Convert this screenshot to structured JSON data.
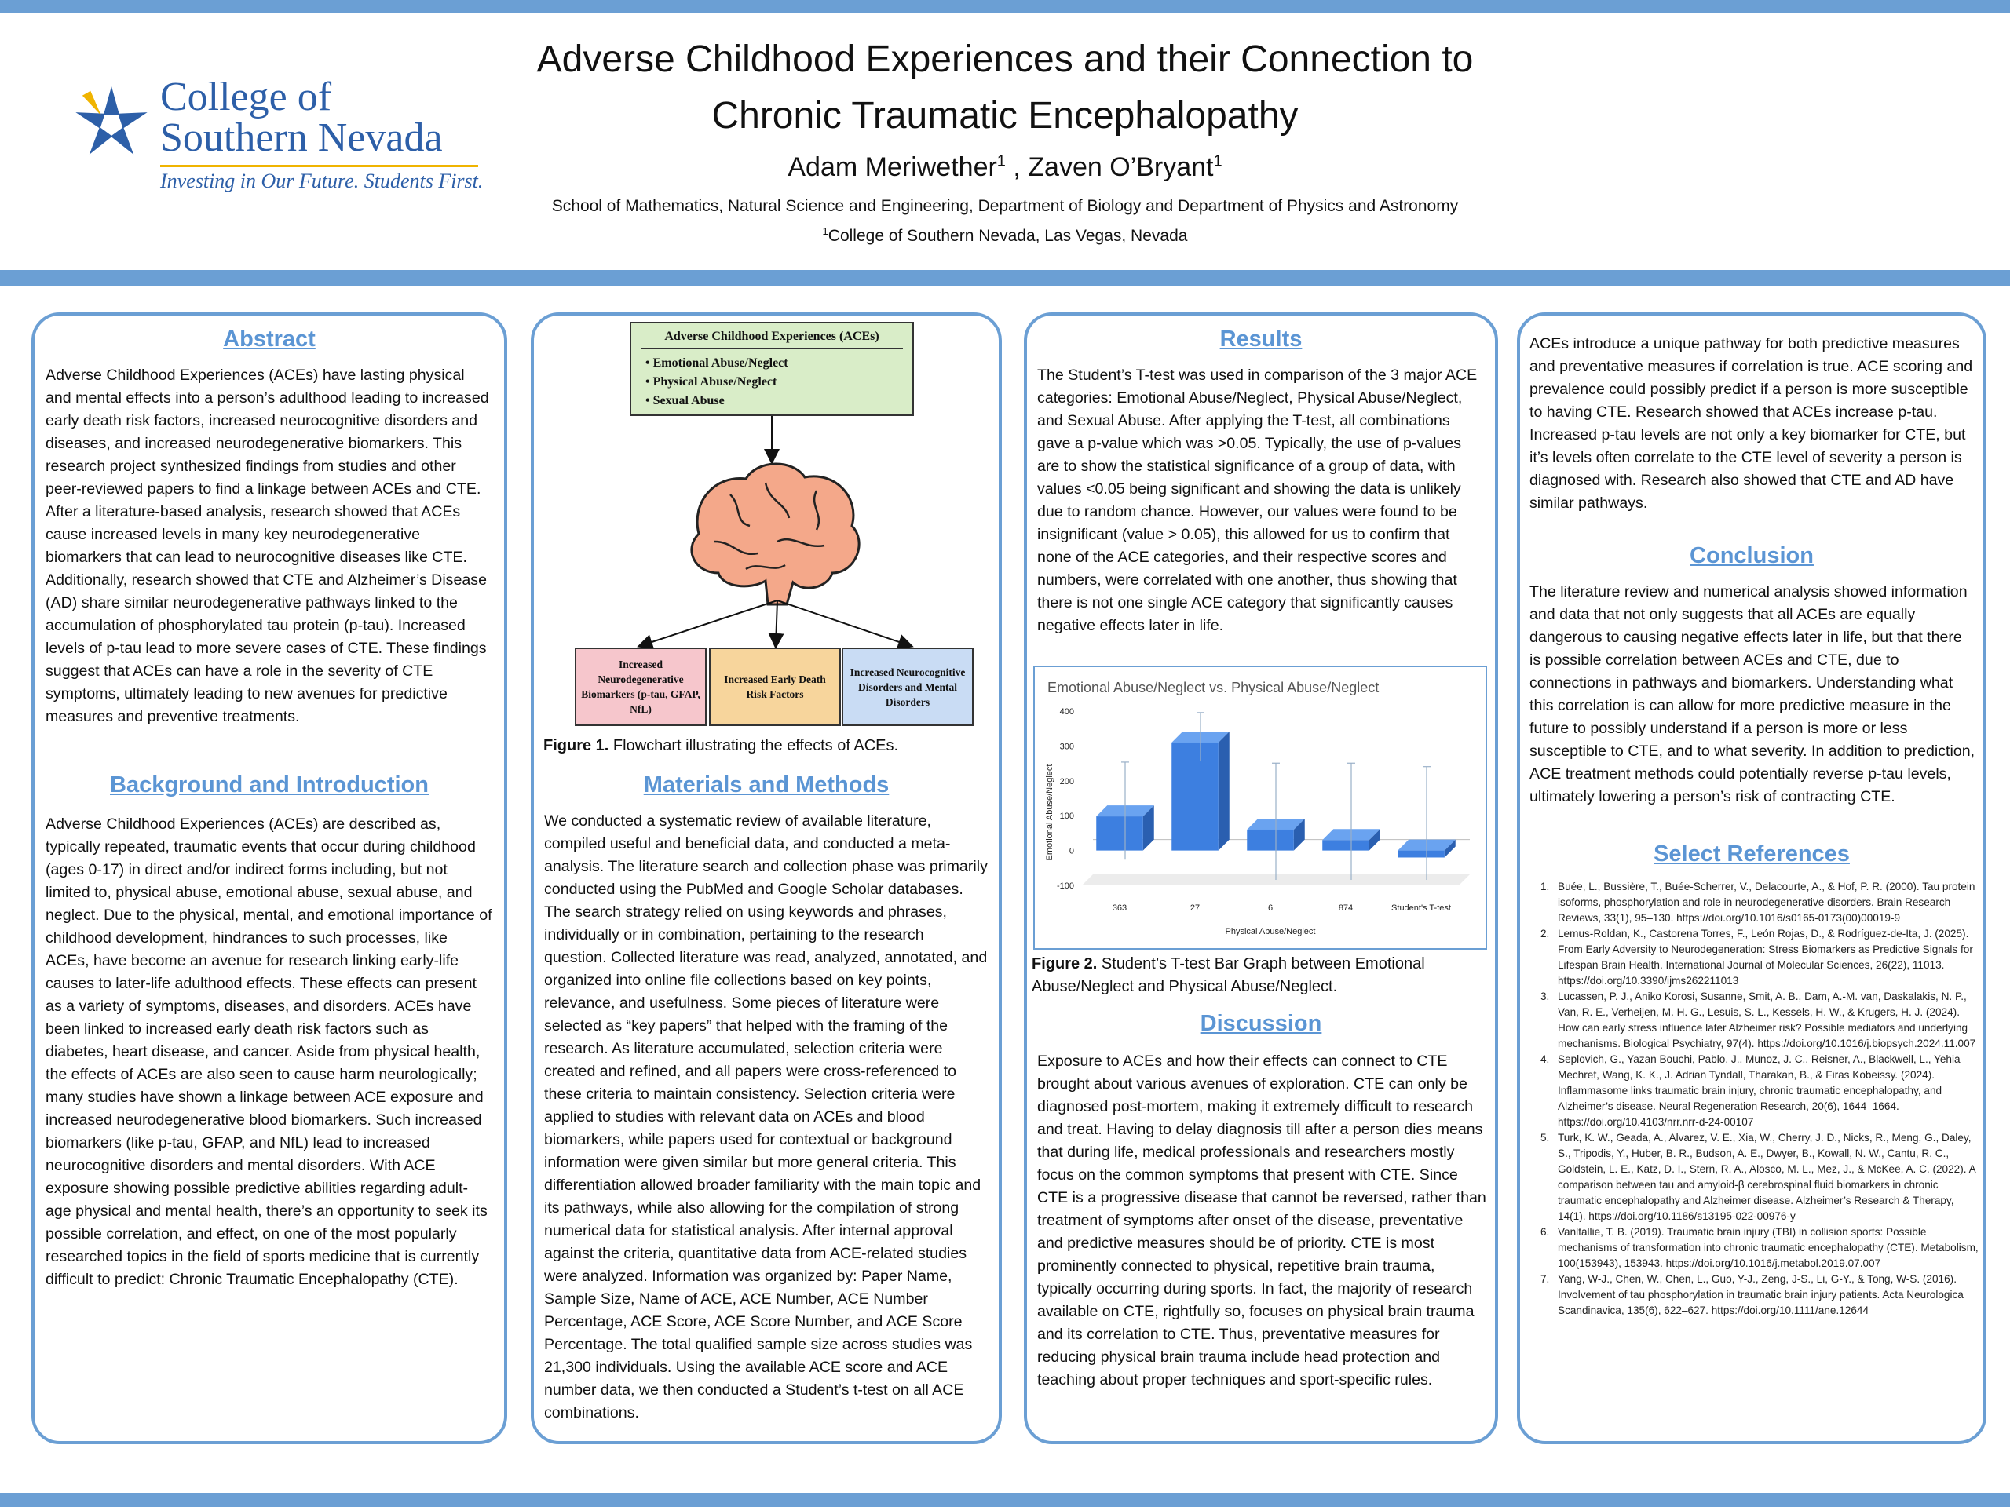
{
  "logo": {
    "line1": "College of",
    "line2": "Southern Nevada",
    "tagline": "Investing in Our Future. Students First."
  },
  "header": {
    "title_line1": "Adverse Childhood Experiences and their Connection to",
    "title_line2": "Chronic Traumatic Encephalopathy",
    "author1": "Adam Meriwether",
    "author2": "Zaven O’Bryant",
    "author_sup": "1",
    "author_sep": " , ",
    "affiliation1": "School of Mathematics, Natural Science and Engineering, Department of Biology and Department of Physics and Astronomy",
    "affiliation2_sup": "1",
    "affiliation2": "College of Southern Nevada, Las Vegas, Nevada"
  },
  "abstract": {
    "title": "Abstract",
    "text": "Adverse Childhood Experiences (ACEs) have lasting physical and mental effects into a person’s adulthood leading to increased early death risk factors, increased neurocognitive disorders and diseases, and increased neurodegenerative biomarkers. This research project synthesized findings from studies and other peer-reviewed papers to find a linkage between ACEs and CTE. After a literature-based analysis, research showed that ACEs cause increased levels in many key neurodegenerative biomarkers that can lead to neurocognitive diseases like CTE. Additionally, research showed that CTE and Alzheimer’s Disease (AD) share similar neurodegenerative pathways linked to the accumulation of phosphorylated tau protein (p-tau). Increased levels of p-tau lead to more severe cases of CTE. These findings suggest that ACEs can have a role in the severity of CTE symptoms, ultimately leading to new avenues for predictive measures and preventive treatments."
  },
  "background": {
    "title": "Background and Introduction",
    "text": "Adverse Childhood Experiences (ACEs) are described as, typically repeated, traumatic events that occur during childhood (ages 0-17) in direct and/or indirect forms including, but not limited to, physical abuse, emotional abuse, sexual abuse, and neglect. Due to the physical, mental, and emotional importance of childhood development, hindrances to such processes, like ACEs, have become an avenue for research linking early-life causes to later-life adulthood effects. These effects can present as a variety of symptoms, diseases, and disorders. ACEs have been linked to increased early death risk factors such as diabetes, heart disease, and cancer. Aside from physical health, the effects of ACEs are also seen to cause harm neurologically; many studies have shown a linkage between ACE exposure and increased neurodegenerative blood biomarkers. Such increased biomarkers (like p-tau, GFAP, and NfL) lead to increased neurocognitive disorders and mental disorders. With ACE exposure showing possible predictive abilities regarding adult-age physical and mental health, there’s an opportunity to seek its possible correlation, and effect, on one of the most popularly researched topics in the field of sports medicine that is currently difficult to predict: Chronic Traumatic Encephalopathy (CTE)."
  },
  "flowchart": {
    "top_title": "Adverse Childhood Experiences (ACEs)",
    "items": [
      "Emotional Abuse/Neglect",
      "Physical Abuse/Neglect",
      "Sexual Abuse"
    ],
    "boxes": [
      "Increased Neurodegenerative Biomarkers (p-tau, GFAP, NfL)",
      "Increased Early Death Risk Factors",
      "Increased Neurocognitive Disorders and Mental Disorders"
    ],
    "caption_label": "Figure 1.",
    "caption_text": " Flowchart illustrating the effects of ACEs.",
    "colors": {
      "top": "#d9edc8",
      "box1": "#f6c6cc",
      "box2": "#f7d59c",
      "box3": "#c9dcf4",
      "brain": "#f4a88a"
    }
  },
  "methods": {
    "title": "Materials and Methods",
    "text": "We conducted a systematic review of available literature, compiled useful and beneficial data, and conducted a meta-analysis. The literature search and collection phase was primarily conducted using the PubMed and Google Scholar databases. The search strategy relied on using keywords and phrases, individually or in combination, pertaining to the research question. Collected literature was read, analyzed, annotated, and organized into online file collections based on key points, relevance, and usefulness. Some pieces of literature were selected as “key papers” that helped with the framing of the research. As literature accumulated, selection criteria were created and refined, and all papers were cross-referenced to these criteria to maintain consistency. Selection criteria were applied to studies with relevant data on ACEs and blood biomarkers, while papers used for contextual or background information were given similar but more general criteria. This differentiation allowed broader familiarity with the main topic and its pathways, while also allowing for the compilation of strong numerical data for statistical analysis. After internal approval against the criteria, quantitative data from ACE-related studies were analyzed. Information was organized by: Paper Name, Sample Size, Name of ACE, ACE Number, ACE Number Percentage, ACE Score, ACE Score Number, and ACE Score Percentage. The total qualified sample size across studies was 21,300 individuals. Using the available ACE score and ACE number data, we then conducted a Student’s t-test on all ACE combinations."
  },
  "results": {
    "title": "Results",
    "text": "The Student’s T-test was used in comparison of the 3 major ACE categories: Emotional Abuse/Neglect, Physical Abuse/Neglect, and Sexual Abuse. After applying the T-test, all combinations gave a p-value which was >0.05. Typically, the use of p-values are to show the statistical significance of a group of data, with values <0.05 being significant and showing the data is unlikely due to random chance. However, our values were found to be insignificant (value > 0.05), this allowed for us to confirm that none of the ACE categories, and their respective scores and numbers, were correlated with one another, thus showing that there is not one single ACE category that significantly causes negative effects later in life.",
    "caption_label": "Figure 2.",
    "caption_text": " Student’s T-test Bar Graph between Emotional Abuse/Neglect and Physical Abuse/Neglect."
  },
  "chart_data": {
    "type": "bar",
    "title": "Emotional Abuse/Neglect vs. Physical Abuse/Neglect",
    "xlabel": "Physical Abuse/Neglect",
    "ylabel": "Emotional Abuse/Neglect",
    "categories": [
      "363",
      "27",
      "6",
      "874",
      "Student's T-test"
    ],
    "values": [
      98,
      310,
      60,
      30,
      -20
    ],
    "error_bars": [
      140,
      70,
      175,
      205,
      245
    ],
    "yticks": [
      400,
      300,
      200,
      100,
      0,
      -100
    ],
    "ylim": [
      -100,
      400
    ],
    "grid": false,
    "bar_color": "#3d7fe0"
  },
  "discussion": {
    "title": "Discussion",
    "text": "Exposure to ACEs and how their effects can connect to CTE brought about various avenues of exploration. CTE can only be diagnosed post-mortem, making it extremely difficult to research and treat. Having to delay diagnosis till after a person dies means that during life, medical professionals and researchers mostly focus on the common symptoms that present with CTE. Since CTE is a progressive disease that cannot be reversed, rather than treatment of symptoms after onset of the disease, preventative and predictive measures should be of priority. CTE is most prominently connected to physical, repetitive brain trauma, typically occurring during sports. In fact, the majority of research available on CTE, rightfully so, focuses on physical brain trauma and its correlation to CTE. Thus, preventative measures for reducing physical brain trauma include head protection and teaching about proper techniques and sport-specific rules."
  },
  "column4": {
    "intro": " ACEs introduce a unique pathway for both predictive measures and preventative measures if correlation is true. ACE scoring and prevalence could possibly predict if a person is more susceptible to having CTE. Research showed that ACEs increase p-tau. Increased p-tau levels are not only a key biomarker for CTE, but it’s levels often correlate to the CTE level of severity a person is diagnosed with. Research also showed that CTE and AD have similar pathways."
  },
  "conclusion": {
    "title": "Conclusion",
    "text": "The literature review and numerical analysis showed information and data that not only suggests that all ACEs are equally dangerous to causing negative effects later in life, but that there is possible correlation between ACEs and CTE, due to connections in pathways and biomarkers. Understanding what this correlation is can allow for more predictive measure in the future to possibly understand if a person is more or less susceptible to CTE, and to what severity. In addition to prediction, ACE treatment methods could potentially reverse p-tau levels, ultimately lowering a person’s risk of contracting CTE."
  },
  "references": {
    "title": "Select References",
    "items": [
      "Buée, L., Bussière, T., Buée-Scherrer, V., Delacourte, A., & Hof, P. R. (2000). Tau protein isoforms, phosphorylation and role in neurodegenerative disorders. Brain Research Reviews, 33(1), 95–130. https://doi.org/10.1016/s0165-0173(00)00019-9",
      "Lemus-Roldan, K., Castorena Torres, F., León Rojas, D., & Rodríguez-de-Ita, J. (2025). From Early Adversity to Neurodegeneration: Stress Biomarkers as Predictive Signals for Lifespan Brain Health. International Journal of Molecular Sciences, 26(22), 11013. https://doi.org/10.3390/ijms262211013",
      "Lucassen, P. J., Aniko Korosi, Susanne, Smit, A. B., Dam, A.-M. van, Daskalakis, N. P., Van, R. E., Verheijen, M. H. G., Lesuis, S. L., Kessels, H. W., & Krugers, H. J. (2024). How can early stress influence later Alzheimer risk? Possible mediators and underlying mechanisms. Biological Psychiatry, 97(4). https://doi.org/10.1016/j.biopsych.2024.11.007",
      "Seplovich, G., Yazan Bouchi, Pablo, J., Munoz, J. C., Reisner, A., Blackwell, L., Yehia Mechref, Wang, K. K., J. Adrian Tyndall, Tharakan, B., & Firas Kobeissy. (2024). Inflammasome links traumatic brain injury, chronic traumatic encephalopathy, and Alzheimer’s disease. Neural Regeneration Research, 20(6), 1644–1664. https://doi.org/10.4103/nrr.nrr-d-24-00107",
      "Turk, K. W., Geada, A., Alvarez, V. E., Xia, W., Cherry, J. D., Nicks, R., Meng, G., Daley, S., Tripodis, Y., Huber, B. R., Budson, A. E., Dwyer, B., Kowall, N. W., Cantu, R. C., Goldstein, L. E., Katz, D. I., Stern, R. A., Alosco, M. L., Mez, J., & McKee, A. C. (2022). A comparison between tau and amyloid-β cerebrospinal fluid biomarkers in chronic traumatic encephalopathy and Alzheimer disease. Alzheimer’s Research & Therapy, 14(1). https://doi.org/10.1186/s13195-022-00976-y",
      "Vanltallie, T. B. (2019). Traumatic brain injury (TBI) in collision sports: Possible mechanisms of transformation into chronic traumatic encephalopathy (CTE). Metabolism, 100(153943), 153943. https://doi.org/10.1016/j.metabol.2019.07.007",
      "Yang, W-J., Chen, W., Chen, L., Guo, Y-J., Zeng, J-S., Li, G-Y., & Tong, W-S. (2016). Involvement of tau phosphorylation in traumatic brain injury patients. Acta Neurologica Scandinavica, 135(6), 622–627. https://doi.org/10.1111/ane.12644"
    ]
  },
  "theme": {
    "accent": "#6b9fd4",
    "heading": "#5b95d4",
    "logo_blue": "#2d5fa8",
    "logo_gold": "#f0b400"
  }
}
